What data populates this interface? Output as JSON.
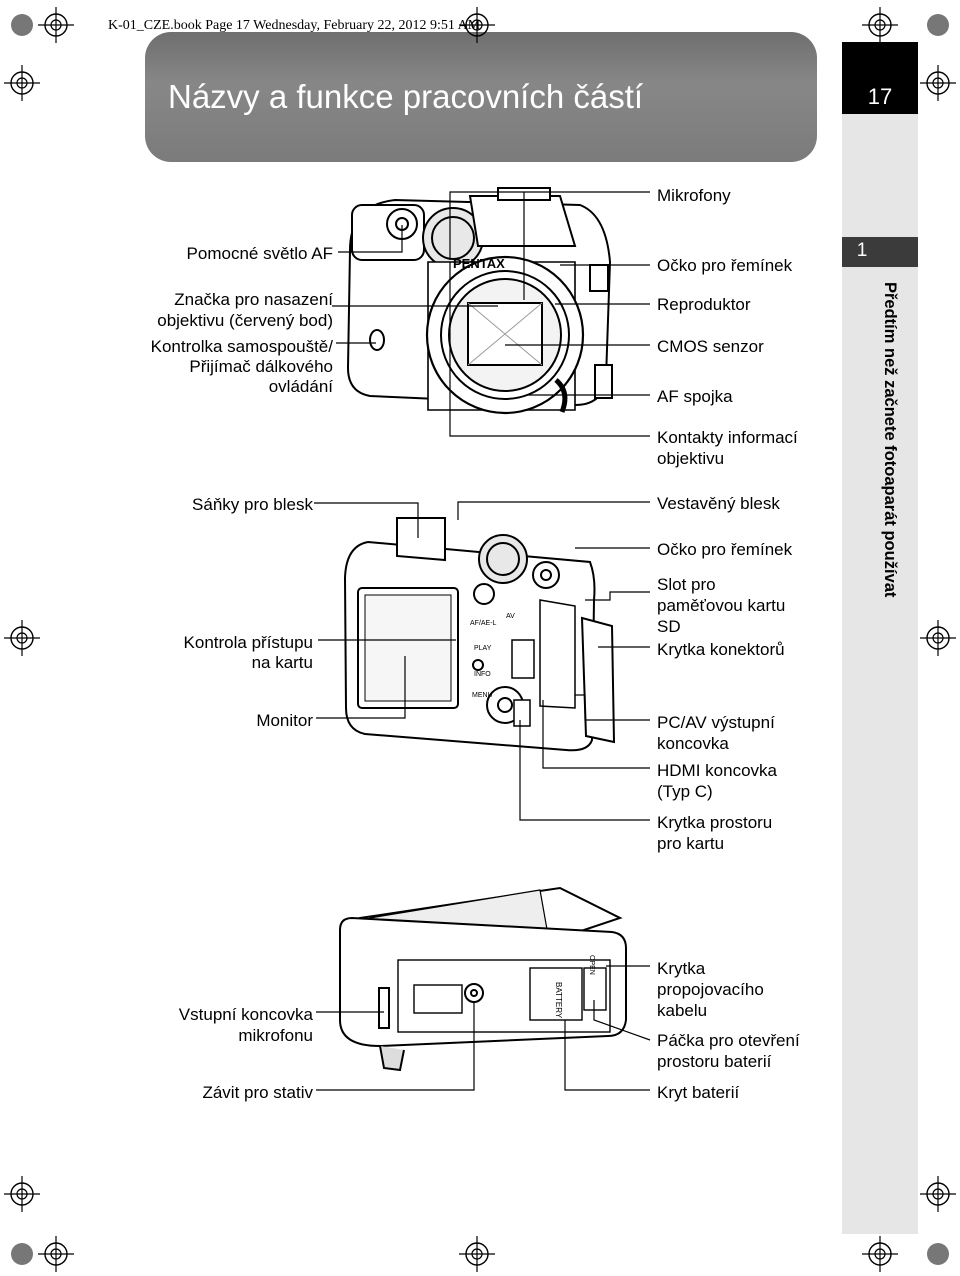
{
  "print_header": "K-01_CZE.book  Page 17  Wednesday, February 22, 2012  9:51 AM",
  "title": "Názvy a funkce pracovních částí",
  "page_number": "17",
  "chapter": {
    "number": "1",
    "title": "Předtím než začnete fotoaparát používat"
  },
  "front": {
    "left": [
      "Pomocné světlo AF",
      "Značka pro nasazení",
      "objektivu (červený bod)",
      "Kontrolka samospouště/",
      "Přijímač dálkového",
      "ovládání"
    ],
    "right": [
      "Mikrofony",
      "Očko pro řemínek",
      "Reproduktor",
      "CMOS senzor",
      "AF spojka",
      "Kontakty informací",
      "objektivu"
    ]
  },
  "back": {
    "left": [
      "Sáňky pro blesk",
      "Kontrola přístupu",
      "na kartu",
      "Monitor"
    ],
    "right": [
      "Vestavěný blesk",
      "Očko pro řemínek",
      "Slot pro",
      "paměťovou kartu",
      "SD",
      "Krytka konektorů",
      "PC/AV výstupní",
      "koncovka",
      "HDMI koncovka",
      "(Typ C)",
      "Krytka prostoru",
      "pro kartu"
    ],
    "camera_marks": {
      "pentax": "PENTAX",
      "afael": "AF/AE-L",
      "play": "PLAY",
      "info": "INFO",
      "menu": "MENU",
      "av": "AV"
    }
  },
  "bottom": {
    "left": [
      "Vstupní koncovka",
      "mikrofonu",
      "Závit pro stativ"
    ],
    "right": [
      "Krytka",
      "propojovacího",
      "kabelu",
      "Páčka pro otevření",
      "prostoru baterií",
      "Kryt baterií"
    ],
    "camera_marks": {
      "battery": "BATTERY",
      "open": "OPEN"
    }
  }
}
